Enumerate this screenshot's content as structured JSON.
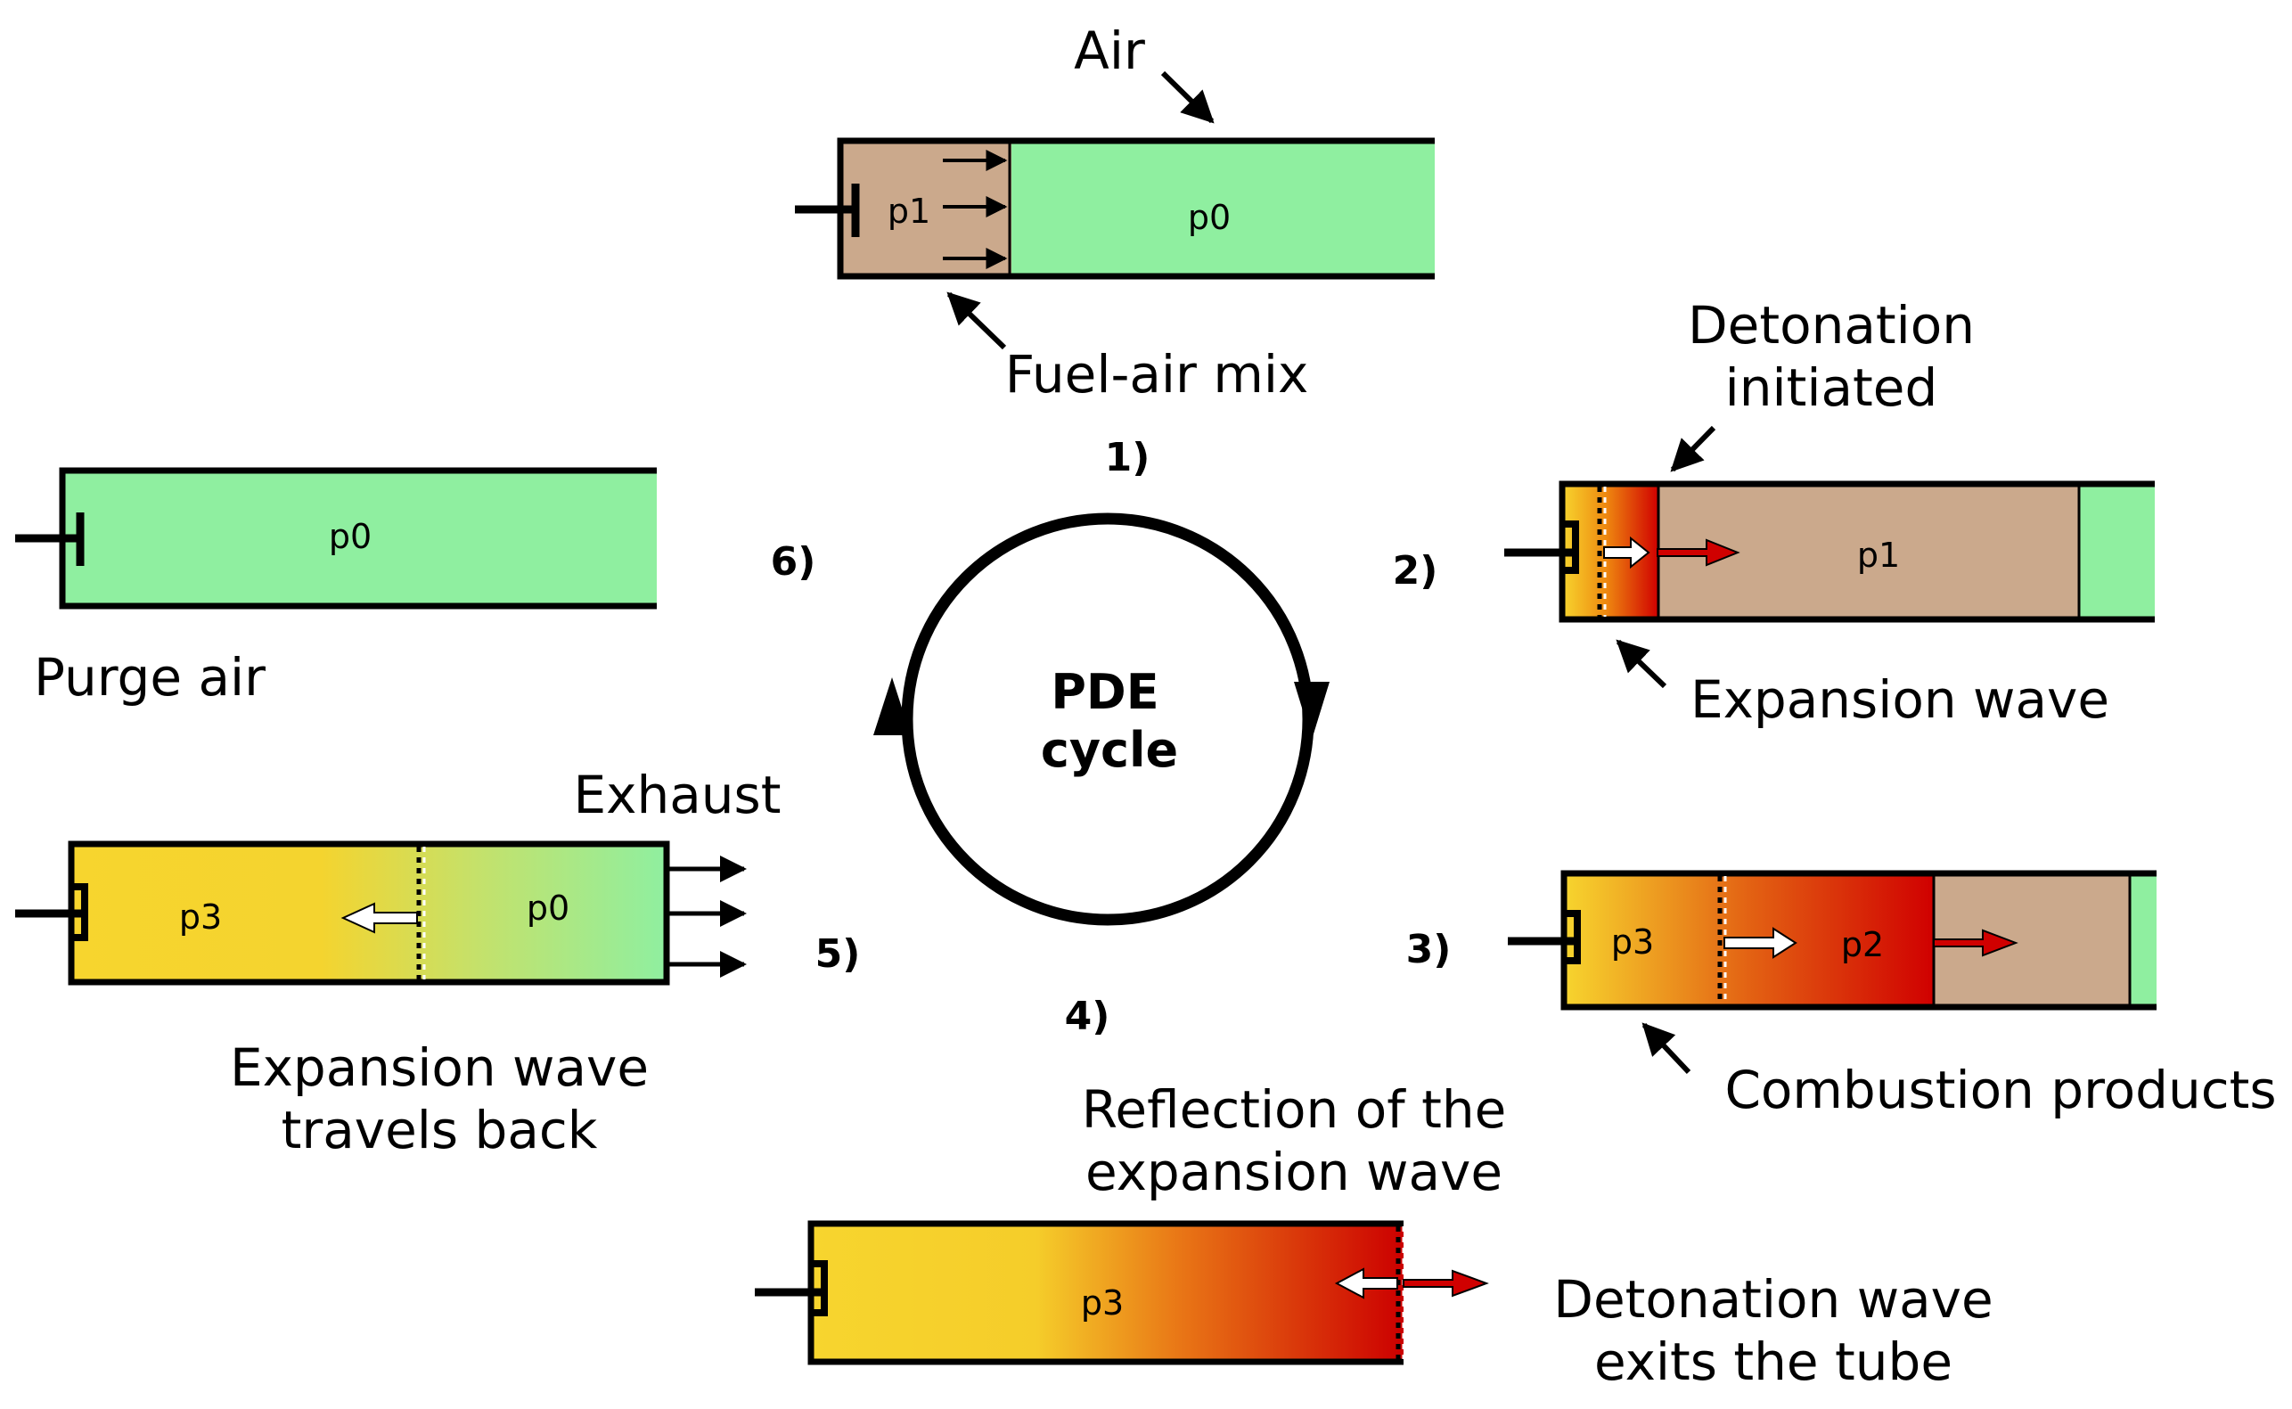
{
  "colors": {
    "air": "#8fefa0",
    "fuel_air_mix": "#cba98c",
    "combustion_yellow": "#f7d52e",
    "combustion_red": "#d00000",
    "outline": "#000000"
  },
  "cycle": {
    "title_line1": "PDE",
    "title_line2": "cycle"
  },
  "steps": {
    "s1": {
      "number": "1)",
      "label_air": "Air",
      "label_fuel_air_mix": "Fuel-air mix",
      "pressure_mix": "p1",
      "pressure_air": "p0"
    },
    "s2": {
      "number": "2)",
      "label_detonation_line1": "Detonation",
      "label_detonation_line2": "initiated",
      "label_expansion": "Expansion wave",
      "pressure": "p1"
    },
    "s3": {
      "number": "3)",
      "label_products": "Combustion products",
      "pressure_products": "p3",
      "pressure_detonation": "p2"
    },
    "s4": {
      "number": "4)",
      "label_reflection_line1": "Reflection of the",
      "label_reflection_line2": "expansion wave",
      "label_exit_line1": "Detonation wave",
      "label_exit_line2": "exits the tube",
      "pressure": "p3"
    },
    "s5": {
      "number": "5)",
      "label_exhaust": "Exhaust",
      "label_travels_line1": "Expansion wave",
      "label_travels_line2": "travels back",
      "pressure_products": "p3",
      "pressure_air": "p0"
    },
    "s6": {
      "number": "6)",
      "label_purge": "Purge air",
      "pressure": "p0"
    }
  }
}
